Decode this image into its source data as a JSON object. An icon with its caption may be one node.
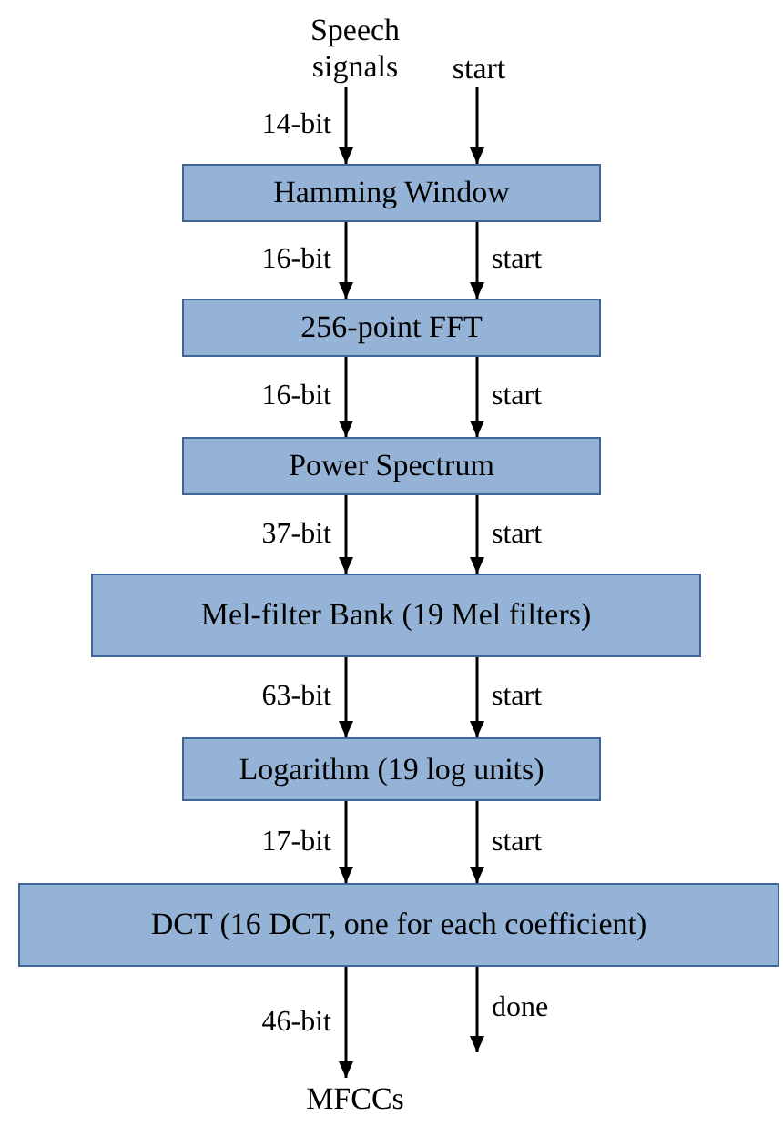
{
  "diagram": {
    "nodes": [
      {
        "text": [
          "Speech signals"
        ]
      },
      {
        "text": [
          "start"
        ]
      },
      {
        "text": [
          "Hamming Window"
        ]
      },
      {
        "text": [
          "256-point FFT"
        ]
      },
      {
        "text": [
          "Power Spectrum"
        ]
      },
      {
        "text": [
          "Mel-filter Bank (19 Mel filters)"
        ]
      },
      {
        "text": [
          "Logarithm (19 log units)"
        ]
      },
      {
        "text": [
          "DCT (16 DCT, one for each coefficient)"
        ]
      },
      {
        "text": [
          "MFCCs"
        ]
      }
    ],
    "edges": [
      {
        "from": 0,
        "to": 2,
        "arrow": "to",
        "label": "14-bit"
      },
      {
        "from": 1,
        "to": 2,
        "arrow": "to"
      },
      {
        "from": 2,
        "to": 3,
        "arrow": "to",
        "label": "16-bit"
      },
      {
        "from": 2,
        "to": 3,
        "arrow": "to",
        "label": "start"
      },
      {
        "from": 3,
        "to": 4,
        "arrow": "to",
        "label": "16-bit"
      },
      {
        "from": 3,
        "to": 4,
        "arrow": "to",
        "label": "start"
      },
      {
        "from": 4,
        "to": 5,
        "arrow": "to",
        "label": "37-bit"
      },
      {
        "from": 4,
        "to": 5,
        "arrow": "to",
        "label": "start"
      },
      {
        "from": 5,
        "to": 6,
        "arrow": "to",
        "label": "63-bit"
      },
      {
        "from": 5,
        "to": 6,
        "arrow": "to",
        "label": "start"
      },
      {
        "from": 6,
        "to": 7,
        "arrow": "to",
        "label": "17-bit"
      },
      {
        "from": 6,
        "to": 7,
        "arrow": "to",
        "label": "start"
      },
      {
        "from": 7,
        "to": 8,
        "arrow": "to",
        "label": "46-bit"
      },
      {
        "from": 7,
        "to": null,
        "arrow": "to",
        "label": "done"
      }
    ]
  }
}
